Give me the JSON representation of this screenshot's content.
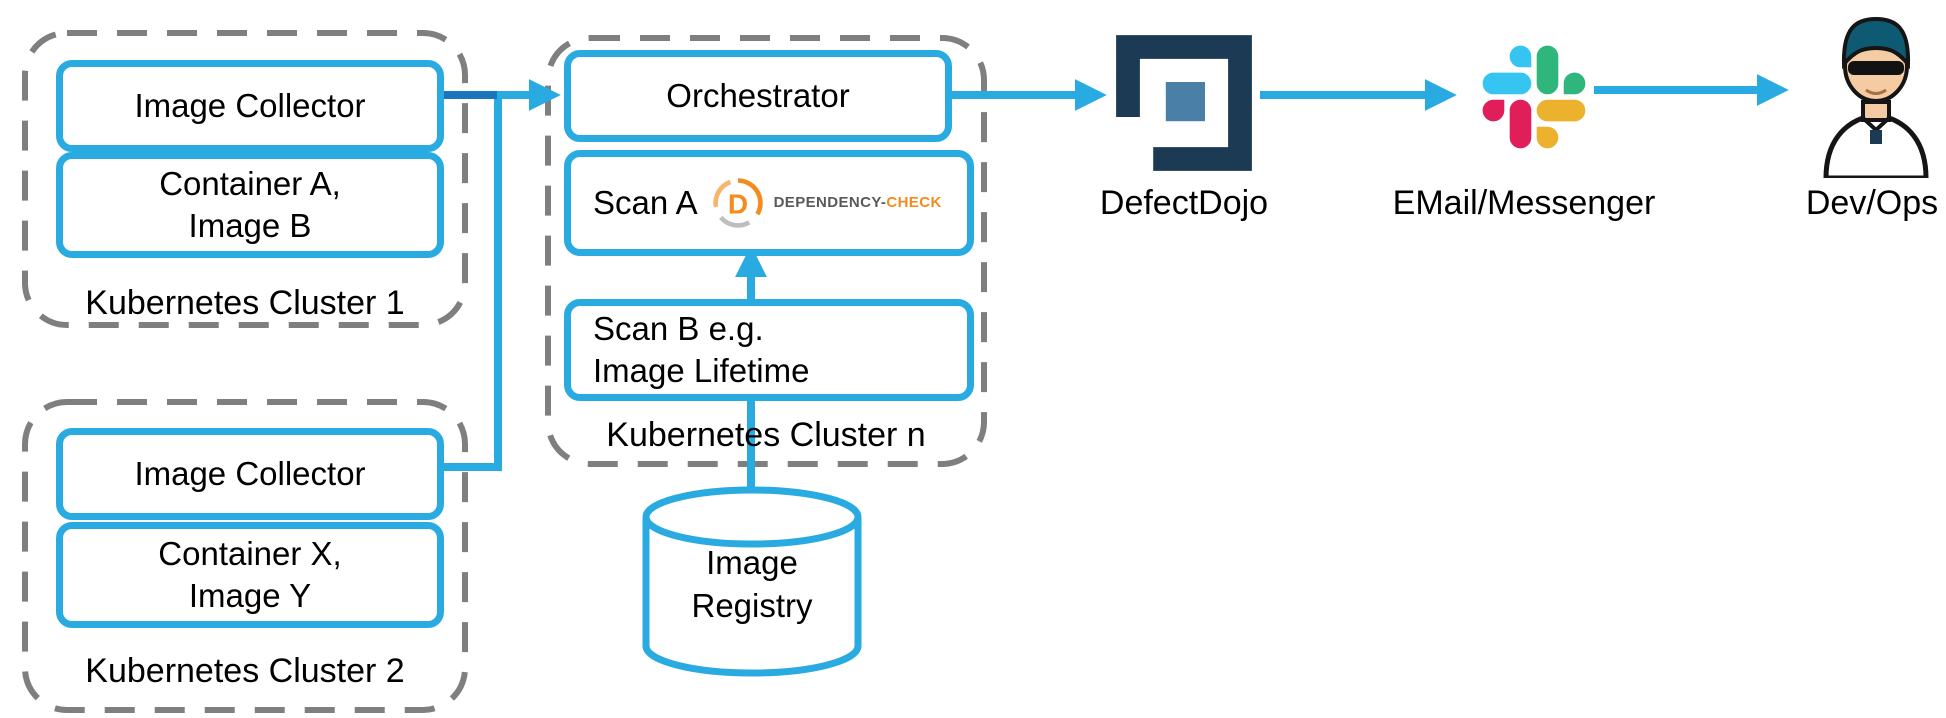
{
  "colors": {
    "accent_cyan": "#29ABE2",
    "accent_dark_blue": "#1B75BC",
    "outline_gray": "#7F7F7F",
    "defectdojo_navy": "#1C3A54",
    "defectdojo_blue": "#4A80A8",
    "slack_blue": "#36C5F0",
    "slack_green": "#2EB67D",
    "slack_red": "#E01E5A",
    "slack_yellow": "#ECB22E",
    "dependency_check_orange": "#F38B1D",
    "dependency_check_gray": "#58595B"
  },
  "cluster1": {
    "label": "Kubernetes Cluster 1",
    "collector": "Image Collector",
    "containers": "Container A,\nImage B"
  },
  "cluster2": {
    "label": "Kubernetes Cluster 2",
    "collector": "Image Collector",
    "containers": "Container X,\nImage Y"
  },
  "cluster_n": {
    "label": "Kubernetes Cluster n",
    "orchestrator": "Orchestrator",
    "scan_a": "Scan A",
    "scan_b": "Scan B e.g.\nImage Lifetime",
    "depcheck_letter": "D",
    "depcheck_word_gray": "DEPENDENCY-",
    "depcheck_word_orange": "CHECK"
  },
  "registry": {
    "label": "Image\nRegistry"
  },
  "endpoints": {
    "defectdojo": "DefectDojo",
    "messenger": "EMail/Messenger",
    "devops": "Dev/Ops"
  }
}
